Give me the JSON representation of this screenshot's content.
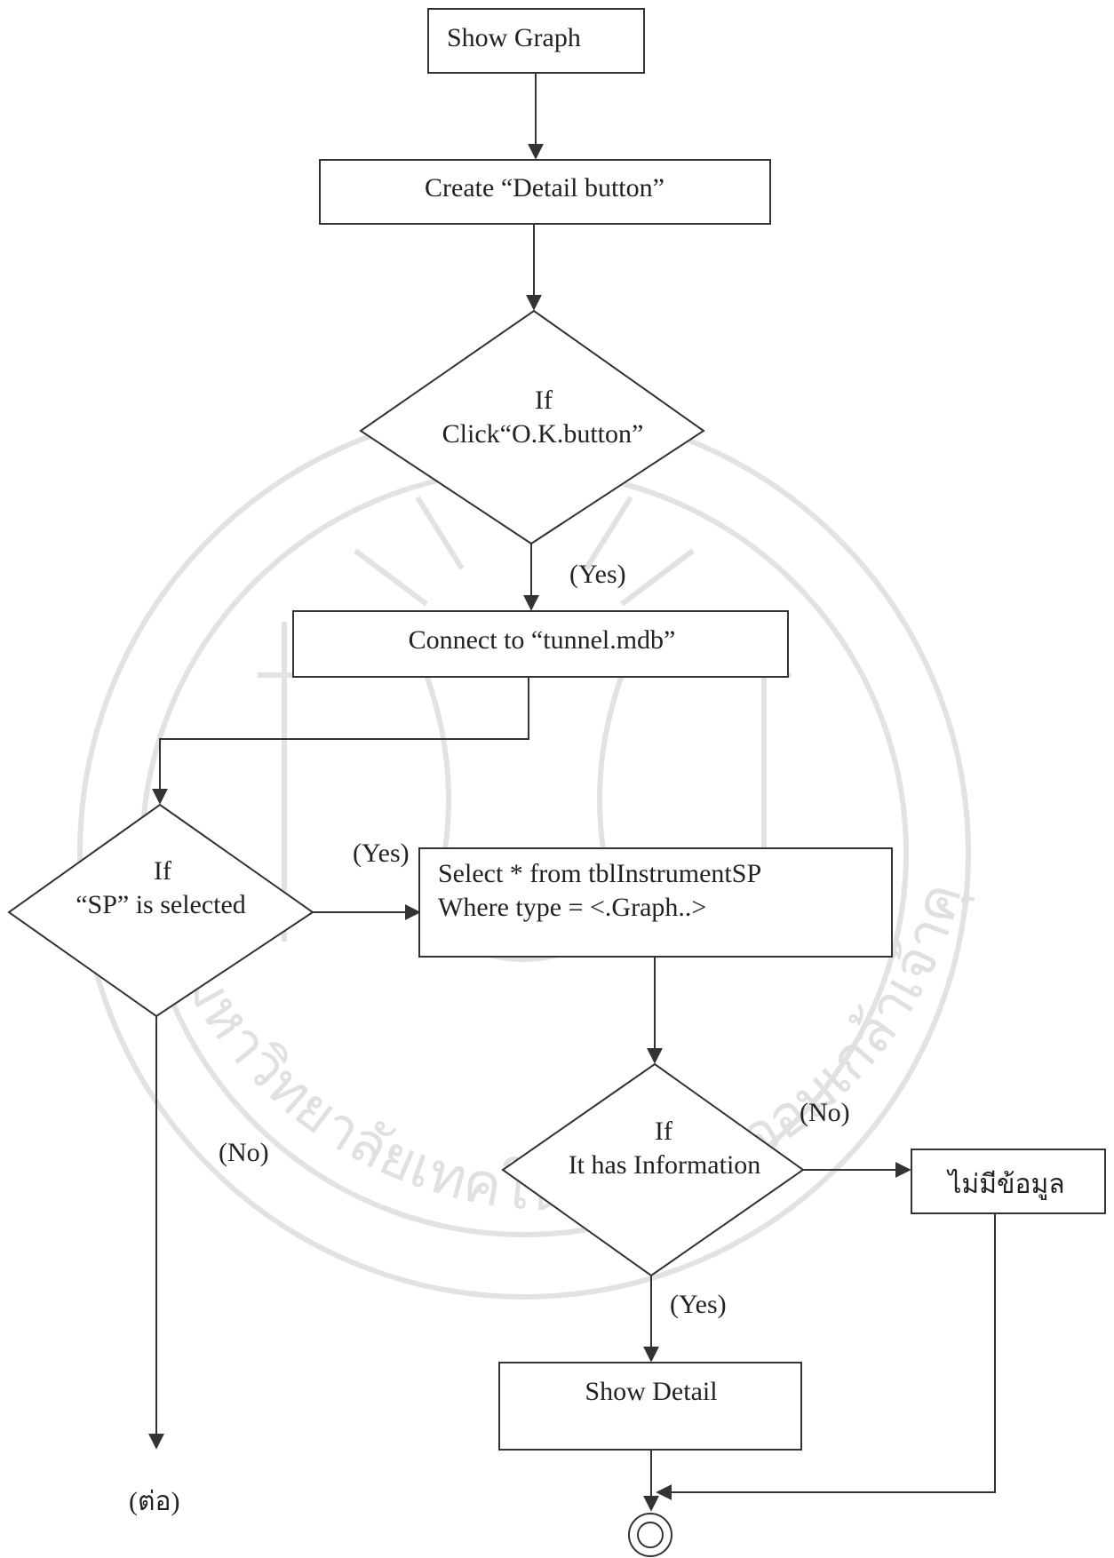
{
  "flowchart": {
    "nodes": {
      "show_graph": "Show Graph",
      "create_detail": "Create “Detail button”",
      "if_ok_line1": "If",
      "if_ok_line2": "Click“O.K.button”",
      "connect_db": "Connect to “tunnel.mdb”",
      "if_sp_line1": "If",
      "if_sp_line2": "“SP” is selected",
      "select_line1": "Select * from tblInstrumentSP",
      "select_line2": "Where type = <.Graph..>",
      "if_info_line1": "If",
      "if_info_line2": "It has Information",
      "no_data": "ไม่มีข้อมูล",
      "show_detail": "Show Detail"
    },
    "edge_labels": {
      "ok_yes": "(Yes)",
      "sp_yes": "(Yes)",
      "sp_no": "(No)",
      "info_no": "(No)",
      "info_yes": "(Yes)"
    },
    "continued_label": "(ต่อ)"
  },
  "watermark": {
    "text": "มหาวิทยาลัยเทคโนโลยีพระจอมเกล้าเจ้าคุณทหารลาดกระบัง"
  }
}
